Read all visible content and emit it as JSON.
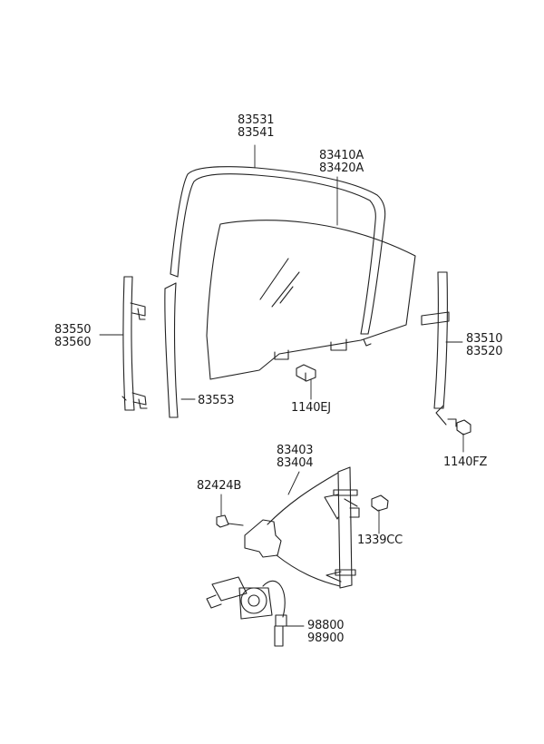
{
  "parts": [
    {
      "id": "p1",
      "lines": [
        "83531",
        "83541"
      ]
    },
    {
      "id": "p2",
      "lines": [
        "83410A",
        "83420A"
      ]
    },
    {
      "id": "p3",
      "lines": [
        "83550",
        "83560"
      ]
    },
    {
      "id": "p4",
      "lines": [
        "83553"
      ]
    },
    {
      "id": "p5",
      "lines": [
        "1140EJ"
      ]
    },
    {
      "id": "p6",
      "lines": [
        "83510",
        "83520"
      ]
    },
    {
      "id": "p7",
      "lines": [
        "1140FZ"
      ]
    },
    {
      "id": "p8",
      "lines": [
        "83403",
        "83404"
      ]
    },
    {
      "id": "p9",
      "lines": [
        "82424B"
      ]
    },
    {
      "id": "p10",
      "lines": [
        "1339CC"
      ]
    },
    {
      "id": "p11",
      "lines": [
        "98800",
        "98900"
      ]
    }
  ]
}
